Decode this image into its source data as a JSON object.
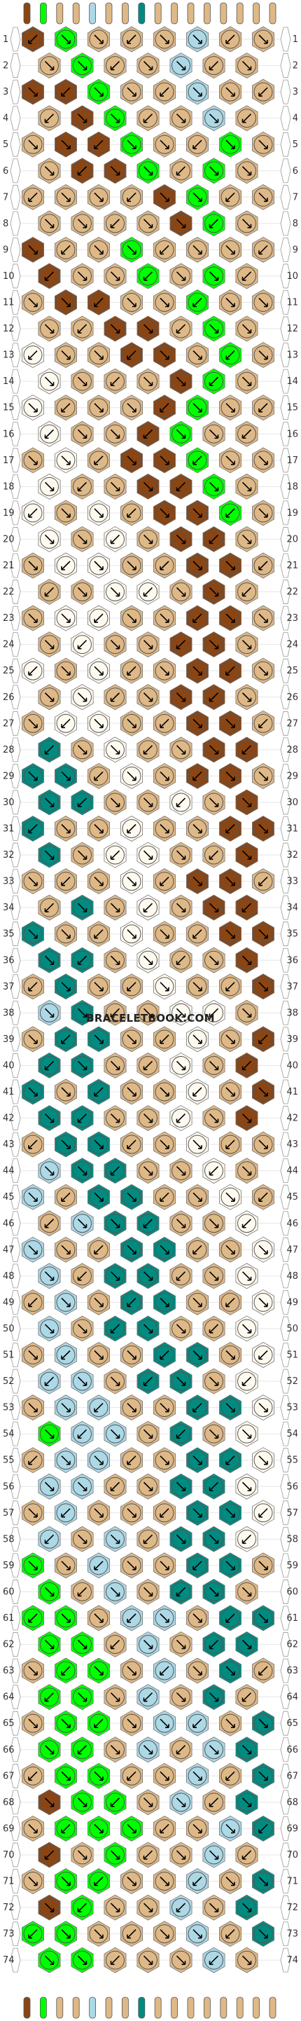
{
  "watermark": "BRACELETBOOK.COM",
  "colors": {
    "A": "#deb887",
    "B": "#8b4513",
    "C": "#fffaf0",
    "D": "#00ff00",
    "E": "#008b80",
    "F": "#add8e6"
  },
  "pattern": {
    "rows": 74,
    "knots_per_row_odd": 8,
    "knots_per_row_even": 7,
    "row_numbers": [
      1,
      2,
      3,
      4,
      5,
      6,
      7,
      8,
      9,
      10,
      11,
      12,
      13,
      14,
      15,
      16,
      17,
      18,
      19,
      20,
      21,
      22,
      23,
      24,
      25,
      26,
      27,
      28,
      29,
      30,
      31,
      32,
      33,
      34,
      35,
      36,
      37,
      38,
      39,
      40,
      41,
      42,
      43,
      44,
      45,
      46,
      47,
      48,
      49,
      50,
      51,
      52,
      53,
      54,
      55,
      56,
      57,
      58,
      59,
      60,
      61,
      62,
      63,
      64,
      65,
      66,
      67,
      68,
      69,
      70,
      71,
      72,
      73,
      74
    ],
    "strand_colors": [
      "B",
      "D",
      "A",
      "A",
      "F",
      "A",
      "A",
      "E",
      "A",
      "A",
      "A",
      "A",
      "A",
      "A",
      "A",
      "A"
    ],
    "knot_color_rows": [
      "BDAAAFAA",
      "ADAAFA",
      "BBDAAFAA",
      "ABDAAFA",
      "ABBDAADA",
      "ABBDADA",
      "AAAABDAA",
      "AAAABDA",
      "BAADAAAA",
      "BAADADA",
      "ABBAADAA",
      "AABBADA",
      "CAABBADA",
      "CAAABDA",
      "CAAABDAA",
      "CAABDAA",
      "ACABBDAA",
      "CAABBDA",
      "CACABBDA",
      "CACABBA",
      "ACCAABBA",
      "AACCABA",
      "ACCAABBA",
      "ACAABBA",
      "CACAABBA",
      "ACAABBA",
      "ACCAABBA",
      "EACAABBA",
      "EEACABBA",
      "EEAACAB",
      "EAACAABB",
      "EACCAAB",
      "AAACABBA",
      "AEACABBA",
      "EAACAABB",
      "EEACAAB",
      "AEAACAAB",
      "FEAACCA",
      "AEEAACAB",
      "EEAACAB",
      "EAEAACAB",
      "EEAACAB",
      "AEEAACAA",
      "FEEAACA",
      "FAEEAACA",
      "AFEEAAC",
      "FAAEEAAC",
      "FAEEAAC",
      "AFAEEAAC",
      "FAEEAAC",
      "AFAAEEAC",
      "FFAEEAC",
      "AFFAAEEC",
      "DFFAEAC",
      "AFFAAEEC",
      "FFAAEEC",
      "AFAAAEEC",
      "FAFAEEC",
      "DAFAAEEA",
      "DAFAEEA",
      "DDAFFAEE",
      "DDAFAEE",
      "ADDAFAEA",
      "DDAFAEA",
      "ADDAFFAE",
      "DDAFAFE",
      "ADDAAFAE",
      "BDDAFAE",
      "ADDDAAFE",
      "BADAAFA",
      "ADDAAFAE",
      "BDAAFAE",
      "DDAAAFAE",
      "DDAAAFA"
    ]
  }
}
